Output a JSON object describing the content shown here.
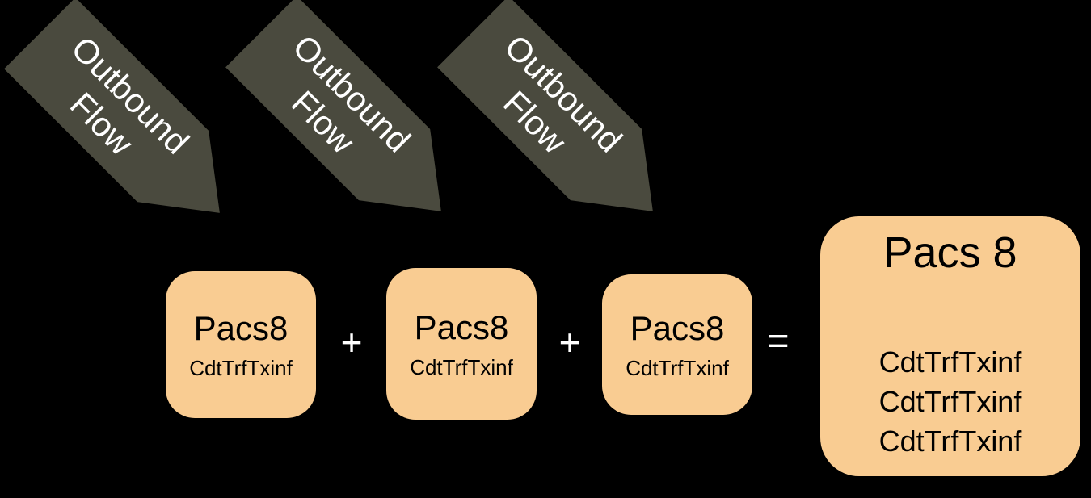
{
  "diagram": {
    "arrows": [
      {
        "line1": "Outbound",
        "line2": "Flow"
      },
      {
        "line1": "Outbound",
        "line2": "Flow"
      },
      {
        "line1": "Outbound",
        "line2": "Flow"
      }
    ],
    "boxes": [
      {
        "title": "Pacs8",
        "subtitle": "CdtTrfTxinf"
      },
      {
        "title": "Pacs8",
        "subtitle": "CdtTrfTxinf"
      },
      {
        "title": "Pacs8",
        "subtitle": "CdtTrfTxinf"
      }
    ],
    "operators": {
      "plus1": "+",
      "plus2": "+",
      "equals": "="
    },
    "result": {
      "title": "Pacs 8",
      "lines": [
        "CdtTrfTxinf",
        "CdtTrfTxinf",
        "CdtTrfTxinf"
      ]
    },
    "colors": {
      "background": "#000000",
      "arrow_fill": "#4a4a3e",
      "box_fill": "#f9cc92",
      "box_text": "#000000",
      "arrow_text": "#ffffff",
      "operator_text": "#ffffff"
    }
  }
}
